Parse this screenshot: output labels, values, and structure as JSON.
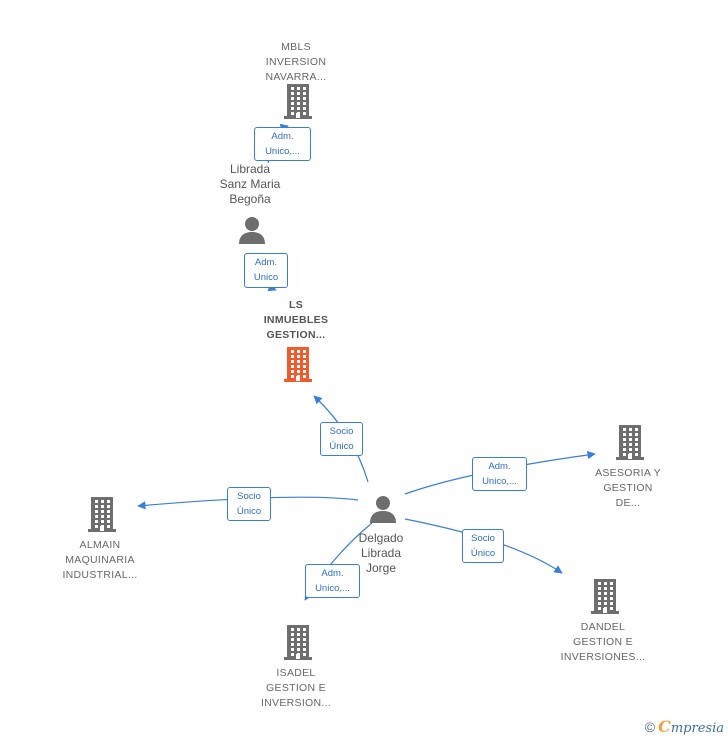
{
  "colors": {
    "edge": "#3a7fd5",
    "company": "#6e6e6e",
    "focus": "#f15a2b",
    "person": "#6e6e6e"
  },
  "nodes": [
    {
      "id": "mbls",
      "type": "company",
      "label": "MBLS\nINVERSION\nNAVARRA...",
      "icon": "building-icon"
    },
    {
      "id": "librada",
      "type": "person",
      "label": "Librada\nSanz Maria\nBegoña",
      "icon": "person-icon"
    },
    {
      "id": "ls",
      "type": "company-focus",
      "label": "LS\nINMUEBLES\nGESTION...",
      "icon": "building-icon"
    },
    {
      "id": "asesoria",
      "type": "company",
      "label": "ASESORIA Y\nGESTION\nDE...",
      "icon": "building-icon"
    },
    {
      "id": "almain",
      "type": "company",
      "label": "ALMAIN\nMAQUINARIA\nINDUSTRIAL...",
      "icon": "building-icon"
    },
    {
      "id": "delgado",
      "type": "person",
      "label": "Delgado\nLibrada\nJorge",
      "icon": "person-icon"
    },
    {
      "id": "dandel",
      "type": "company",
      "label": "DANDEL\nGESTION E\nINVERSIONES...",
      "icon": "building-icon"
    },
    {
      "id": "isadel",
      "type": "company",
      "label": "ISADEL\nGESTION E\nINVERSION...",
      "icon": "building-icon"
    }
  ],
  "edges": [
    {
      "from": "librada",
      "to": "mbls",
      "label": "Adm.\nUnico,..."
    },
    {
      "from": "ls",
      "to": "librada",
      "label": "Adm.\nUnico"
    },
    {
      "from": "delgado",
      "to": "ls",
      "label": "Socio\nÚnico"
    },
    {
      "from": "delgado",
      "to": "asesoria",
      "label": "Adm.\nUnico,..."
    },
    {
      "from": "delgado",
      "to": "almain",
      "label": "Socio\nÚnico"
    },
    {
      "from": "delgado",
      "to": "dandel",
      "label": "Socio\nÚnico"
    },
    {
      "from": "delgado",
      "to": "isadel",
      "label": "Adm.\nUnico,..."
    }
  ],
  "footer": {
    "copyright": "©",
    "brand_initial": "C",
    "brand_rest": "mpresia"
  }
}
